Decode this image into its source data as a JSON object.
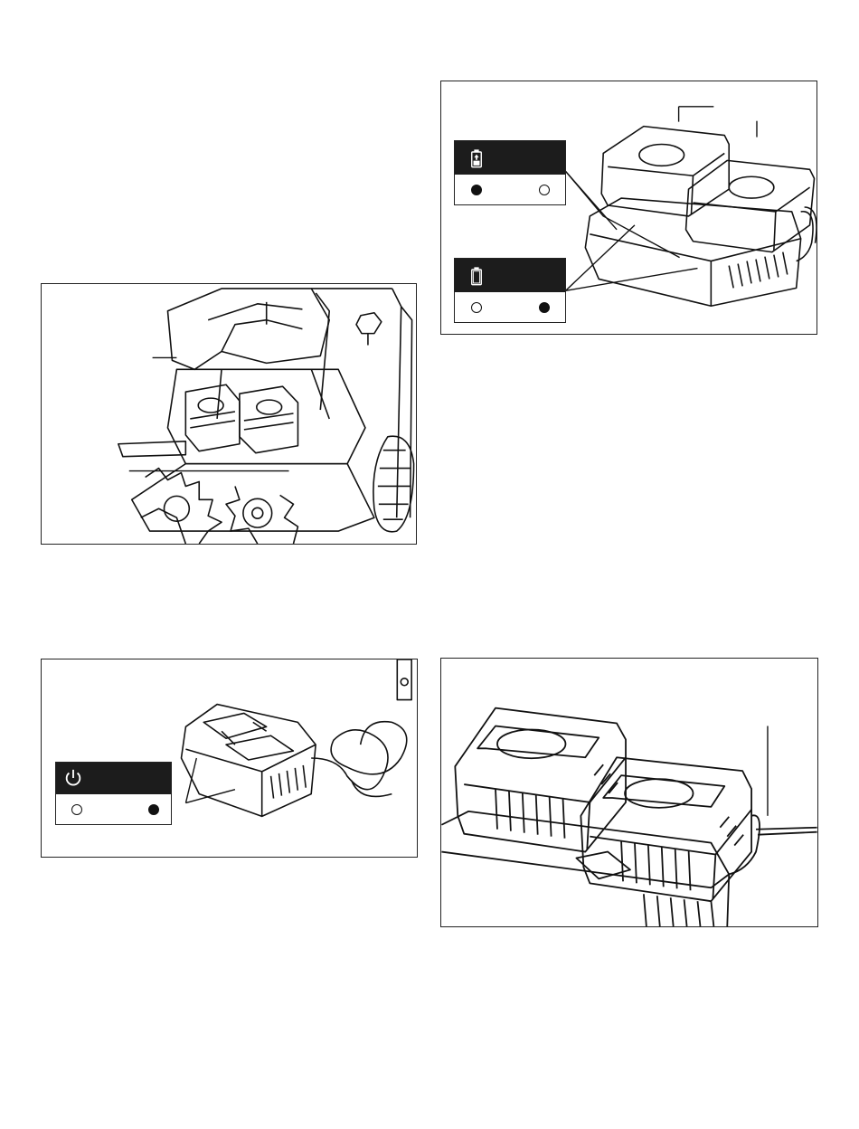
{
  "figures": [
    {
      "id": "fig-install-batteries",
      "items": [
        "battery-compartment-cover",
        "battery-pack-left",
        "battery-pack-right",
        "handle-knob",
        "auger",
        "wheel"
      ]
    },
    {
      "id": "fig-charger-batteries",
      "items": [
        "charger-dual",
        "battery-pack-left",
        "battery-pack-right"
      ]
    },
    {
      "id": "fig-charger-power",
      "items": [
        "charger-dual",
        "power-cord"
      ]
    },
    {
      "id": "fig-batteries-on-charger",
      "items": [
        "charger-dual",
        "battery-pack-left",
        "battery-pack-right",
        "power-cord"
      ]
    }
  ],
  "indicators": {
    "charging": {
      "icon": "battery-charging-icon",
      "led_left": "on",
      "led_right": "off"
    },
    "charged": {
      "icon": "battery-full-icon",
      "led_left": "off",
      "led_right": "on"
    },
    "power": {
      "icon": "power-icon",
      "led_left": "off",
      "led_right": "on"
    }
  },
  "colors": {
    "line": "#111111",
    "header": "#1c1c1c",
    "background": "#ffffff"
  }
}
